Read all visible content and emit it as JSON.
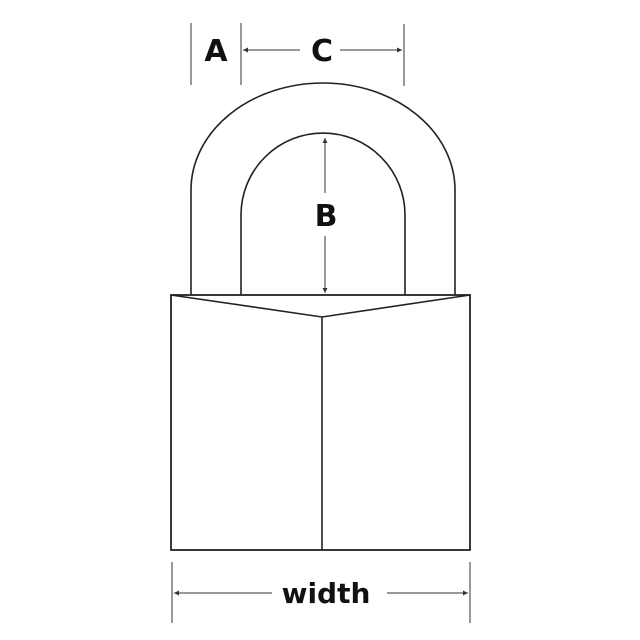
{
  "diagram": {
    "subject": "padlock dimensions",
    "labels": {
      "a": "A",
      "b": "B",
      "c": "C",
      "width": "width"
    },
    "colors": {
      "line": "#222222",
      "dim_line": "#555555",
      "background": "#ffffff"
    }
  }
}
